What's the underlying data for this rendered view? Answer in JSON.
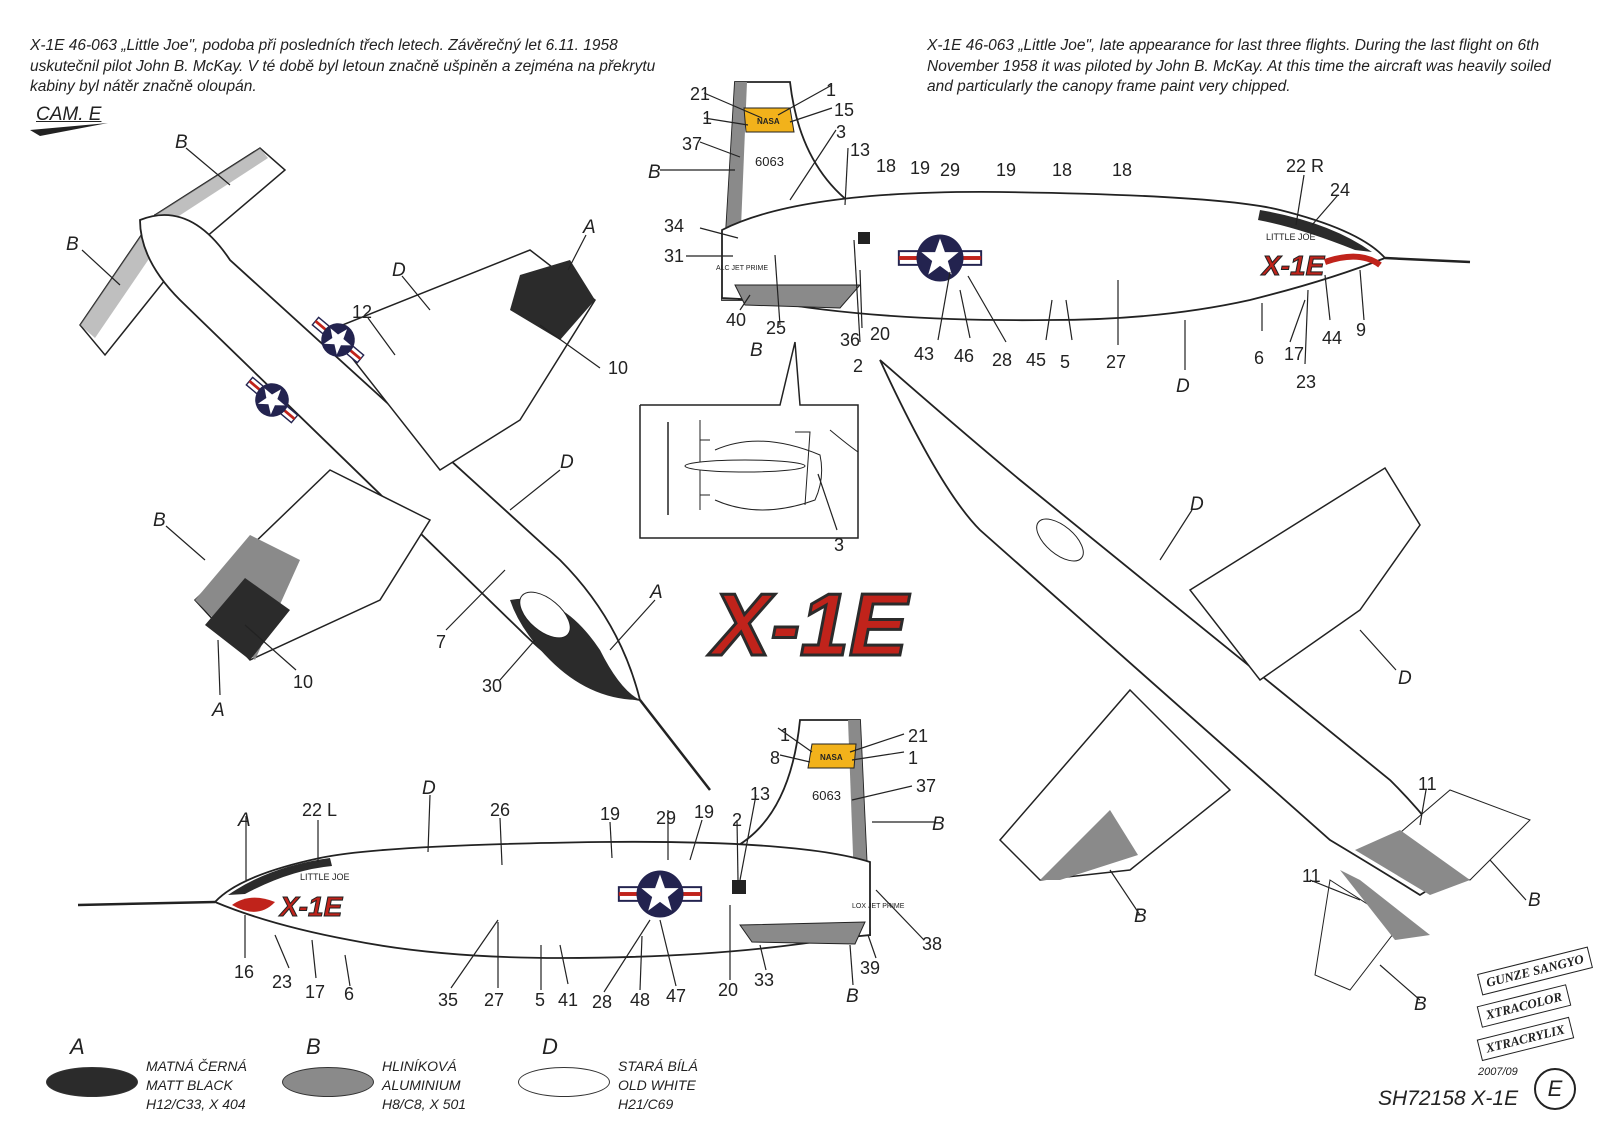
{
  "caption_cz": "X-1E 46-063 „Little Joe\", podoba při posledních třech letech. Závěrečný let 6.11. 1958 uskutečnil pilot  John B. McKay. V té době byl letoun značně ušpiněn a zejména na překrytu kabiny byl nátěr značně oloupán.",
  "caption_en": "X-1E 46-063 „Little Joe\", late appearance for last three flights. During the last flight on 6th November 1958 it was piloted by John B. McKay. At this time the aircraft was heavily soiled and particularly the canopy frame paint very chipped.",
  "camo_label": "CAM. E",
  "x1e_title": "X-1E",
  "side_right_labels": {
    "l21": "21",
    "l1a": "1",
    "l1b": "1",
    "l15": "15",
    "l37": "37",
    "l3": "3",
    "l13": "13",
    "l18a": "18",
    "l19a": "19",
    "l29": "29",
    "l19b": "19",
    "l18b": "18",
    "l18c": "18",
    "l22r": "22 R",
    "l24": "24",
    "l34": "34",
    "l31": "31",
    "l40": "40",
    "l25": "25",
    "l36": "36",
    "l20": "20",
    "l2": "2",
    "l43": "43",
    "l46": "46",
    "l28": "28",
    "l45": "45",
    "l5": "5",
    "l27": "27",
    "l6": "6",
    "l17": "17",
    "l23": "23",
    "l44": "44",
    "l9": "9",
    "lB1": "B",
    "lB2": "B",
    "lD": "D"
  },
  "side_left_labels": {
    "l1a": "1",
    "l21": "21",
    "l8": "8",
    "l1b": "1",
    "l37": "37",
    "l13": "13",
    "l2": "2",
    "l22l": "22 L",
    "l26": "26",
    "l19a": "19",
    "l29": "29",
    "l19b": "19",
    "l16": "16",
    "l23": "23",
    "l17": "17",
    "l6": "6",
    "l35": "35",
    "l27": "27",
    "l5": "5",
    "l41": "41",
    "l28": "28",
    "l48": "48",
    "l47": "47",
    "l20": "20",
    "l33": "33",
    "l39": "39",
    "l38": "38",
    "lA": "A",
    "lD": "D",
    "lB1": "B",
    "lB2": "B"
  },
  "top_view_labels": {
    "lB1": "B",
    "lB2": "B",
    "lA1": "A",
    "lD1": "D",
    "l12": "12",
    "l10a": "10",
    "lD2": "D",
    "lB3": "B",
    "l7": "7",
    "lA2": "A",
    "l10b": "10",
    "lA3": "A",
    "l30": "30"
  },
  "bottom_view_labels": {
    "lD1": "D",
    "lD2": "D",
    "l11a": "11",
    "l11b": "11",
    "lB1": "B",
    "lB2": "B",
    "lB3": "B"
  },
  "detail_labels": {
    "l3": "3"
  },
  "markings": {
    "nasa": "NASA",
    "serial": "6063",
    "little_joe": "LITTLE JOE",
    "x1e_nose": "X-1E",
    "lox_jet": "LOX JET PRIME",
    "alc_jet": "ALC JET PRIME"
  },
  "legend": [
    {
      "letter": "A",
      "line1": "MATNÁ ČERNÁ",
      "line2": "MATT BLACK",
      "line3": "H12/C33, X 404",
      "color": "#2b2b2b"
    },
    {
      "letter": "B",
      "line1": "HLINÍKOVÁ",
      "line2": "ALUMINIUM",
      "line3": "H8/C8, X 501",
      "color": "#8a8a8a"
    },
    {
      "letter": "D",
      "line1": "STARÁ BÍLÁ",
      "line2": "OLD WHITE",
      "line3": "H21/C69",
      "color": "#ffffff"
    }
  ],
  "product_code": "SH72158 X-1E",
  "date": "2007/09",
  "camo_variant": "E",
  "brands": [
    "GUNZE SANGYO",
    "XTRACOLOR",
    "XTRACRYLIX"
  ],
  "colors": {
    "black": "#2b2b2b",
    "aluminium": "#8a8a8a",
    "yellow": "#f2b21b",
    "red": "#c0231b",
    "blue": "#23234f"
  }
}
